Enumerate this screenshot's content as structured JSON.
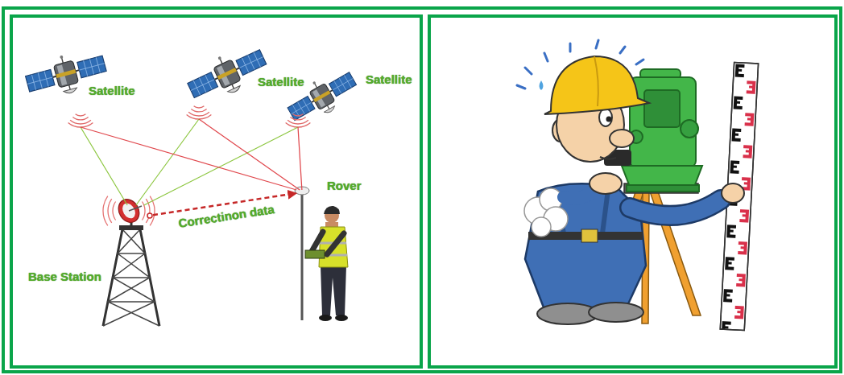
{
  "diagram": {
    "nodes": [
      {
        "text": [
          "Satellite"
        ]
      },
      {
        "text": [
          "Satellite"
        ]
      },
      {
        "text": [
          "Satellite"
        ]
      },
      {
        "text": [
          "Base Station"
        ]
      },
      {
        "text": [
          "Rover"
        ]
      }
    ],
    "edges": [
      {
        "from": 0,
        "to": 3,
        "arrow": "none"
      },
      {
        "from": 1,
        "to": 3,
        "arrow": "none"
      },
      {
        "from": 2,
        "to": 3,
        "arrow": "none"
      },
      {
        "from": 0,
        "to": 4,
        "arrow": "none"
      },
      {
        "from": 1,
        "to": 4,
        "arrow": "none"
      },
      {
        "from": 2,
        "to": 4,
        "arrow": "none"
      },
      {
        "from": 3,
        "to": 4,
        "label": "Correctinon data",
        "arrow": "to"
      }
    ]
  }
}
